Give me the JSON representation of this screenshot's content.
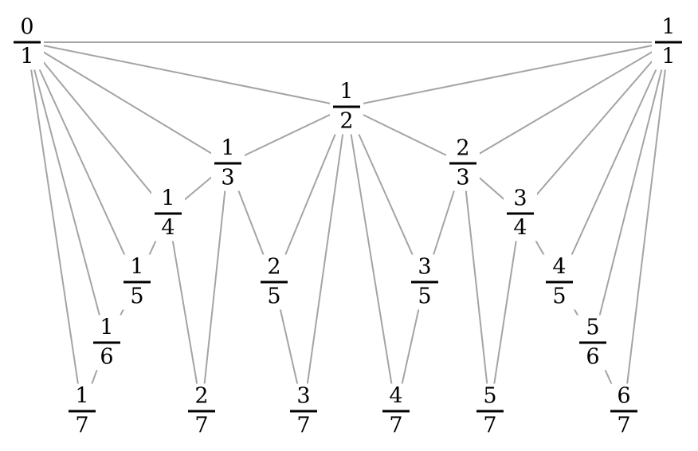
{
  "nodes": [
    {
      "id": "0/1",
      "num": "0",
      "den": "1"
    },
    {
      "id": "1/1",
      "num": "1",
      "den": "1"
    },
    {
      "id": "1/2",
      "num": "1",
      "den": "2"
    },
    {
      "id": "1/3",
      "num": "1",
      "den": "3"
    },
    {
      "id": "2/3",
      "num": "2",
      "den": "3"
    },
    {
      "id": "1/4",
      "num": "1",
      "den": "4"
    },
    {
      "id": "3/4",
      "num": "3",
      "den": "4"
    },
    {
      "id": "1/5",
      "num": "1",
      "den": "5"
    },
    {
      "id": "2/5",
      "num": "2",
      "den": "5"
    },
    {
      "id": "3/5",
      "num": "3",
      "den": "5"
    },
    {
      "id": "4/5",
      "num": "4",
      "den": "5"
    },
    {
      "id": "1/6",
      "num": "1",
      "den": "6"
    },
    {
      "id": "5/6",
      "num": "5",
      "den": "6"
    },
    {
      "id": "1/7",
      "num": "1",
      "den": "7"
    },
    {
      "id": "2/7",
      "num": "2",
      "den": "7"
    },
    {
      "id": "3/7",
      "num": "3",
      "den": "7"
    },
    {
      "id": "4/7",
      "num": "4",
      "den": "7"
    },
    {
      "id": "5/7",
      "num": "5",
      "den": "7"
    },
    {
      "id": "6/7",
      "num": "6",
      "den": "7"
    }
  ],
  "edges": [
    [
      "0/1",
      "1/1"
    ],
    [
      "0/1",
      "1/2"
    ],
    [
      "1/1",
      "1/2"
    ],
    [
      "0/1",
      "1/3"
    ],
    [
      "1/2",
      "1/3"
    ],
    [
      "1/2",
      "2/3"
    ],
    [
      "1/1",
      "2/3"
    ],
    [
      "0/1",
      "1/4"
    ],
    [
      "1/3",
      "1/4"
    ],
    [
      "2/3",
      "3/4"
    ],
    [
      "1/1",
      "3/4"
    ],
    [
      "0/1",
      "1/5"
    ],
    [
      "1/4",
      "1/5"
    ],
    [
      "1/3",
      "2/5"
    ],
    [
      "1/2",
      "2/5"
    ],
    [
      "1/2",
      "3/5"
    ],
    [
      "2/3",
      "3/5"
    ],
    [
      "3/4",
      "4/5"
    ],
    [
      "1/1",
      "4/5"
    ],
    [
      "0/1",
      "1/6"
    ],
    [
      "1/5",
      "1/6"
    ],
    [
      "4/5",
      "5/6"
    ],
    [
      "1/1",
      "5/6"
    ],
    [
      "0/1",
      "1/7"
    ],
    [
      "1/6",
      "1/7"
    ],
    [
      "1/4",
      "2/7"
    ],
    [
      "1/3",
      "2/7"
    ],
    [
      "2/5",
      "3/7"
    ],
    [
      "1/2",
      "3/7"
    ],
    [
      "1/2",
      "4/7"
    ],
    [
      "3/5",
      "4/7"
    ],
    [
      "2/3",
      "5/7"
    ],
    [
      "3/4",
      "5/7"
    ],
    [
      "5/6",
      "6/7"
    ],
    [
      "1/1",
      "6/7"
    ]
  ],
  "colors": {
    "edge": "#a4a4a4",
    "text": "#000000",
    "background": "#ffffff"
  }
}
